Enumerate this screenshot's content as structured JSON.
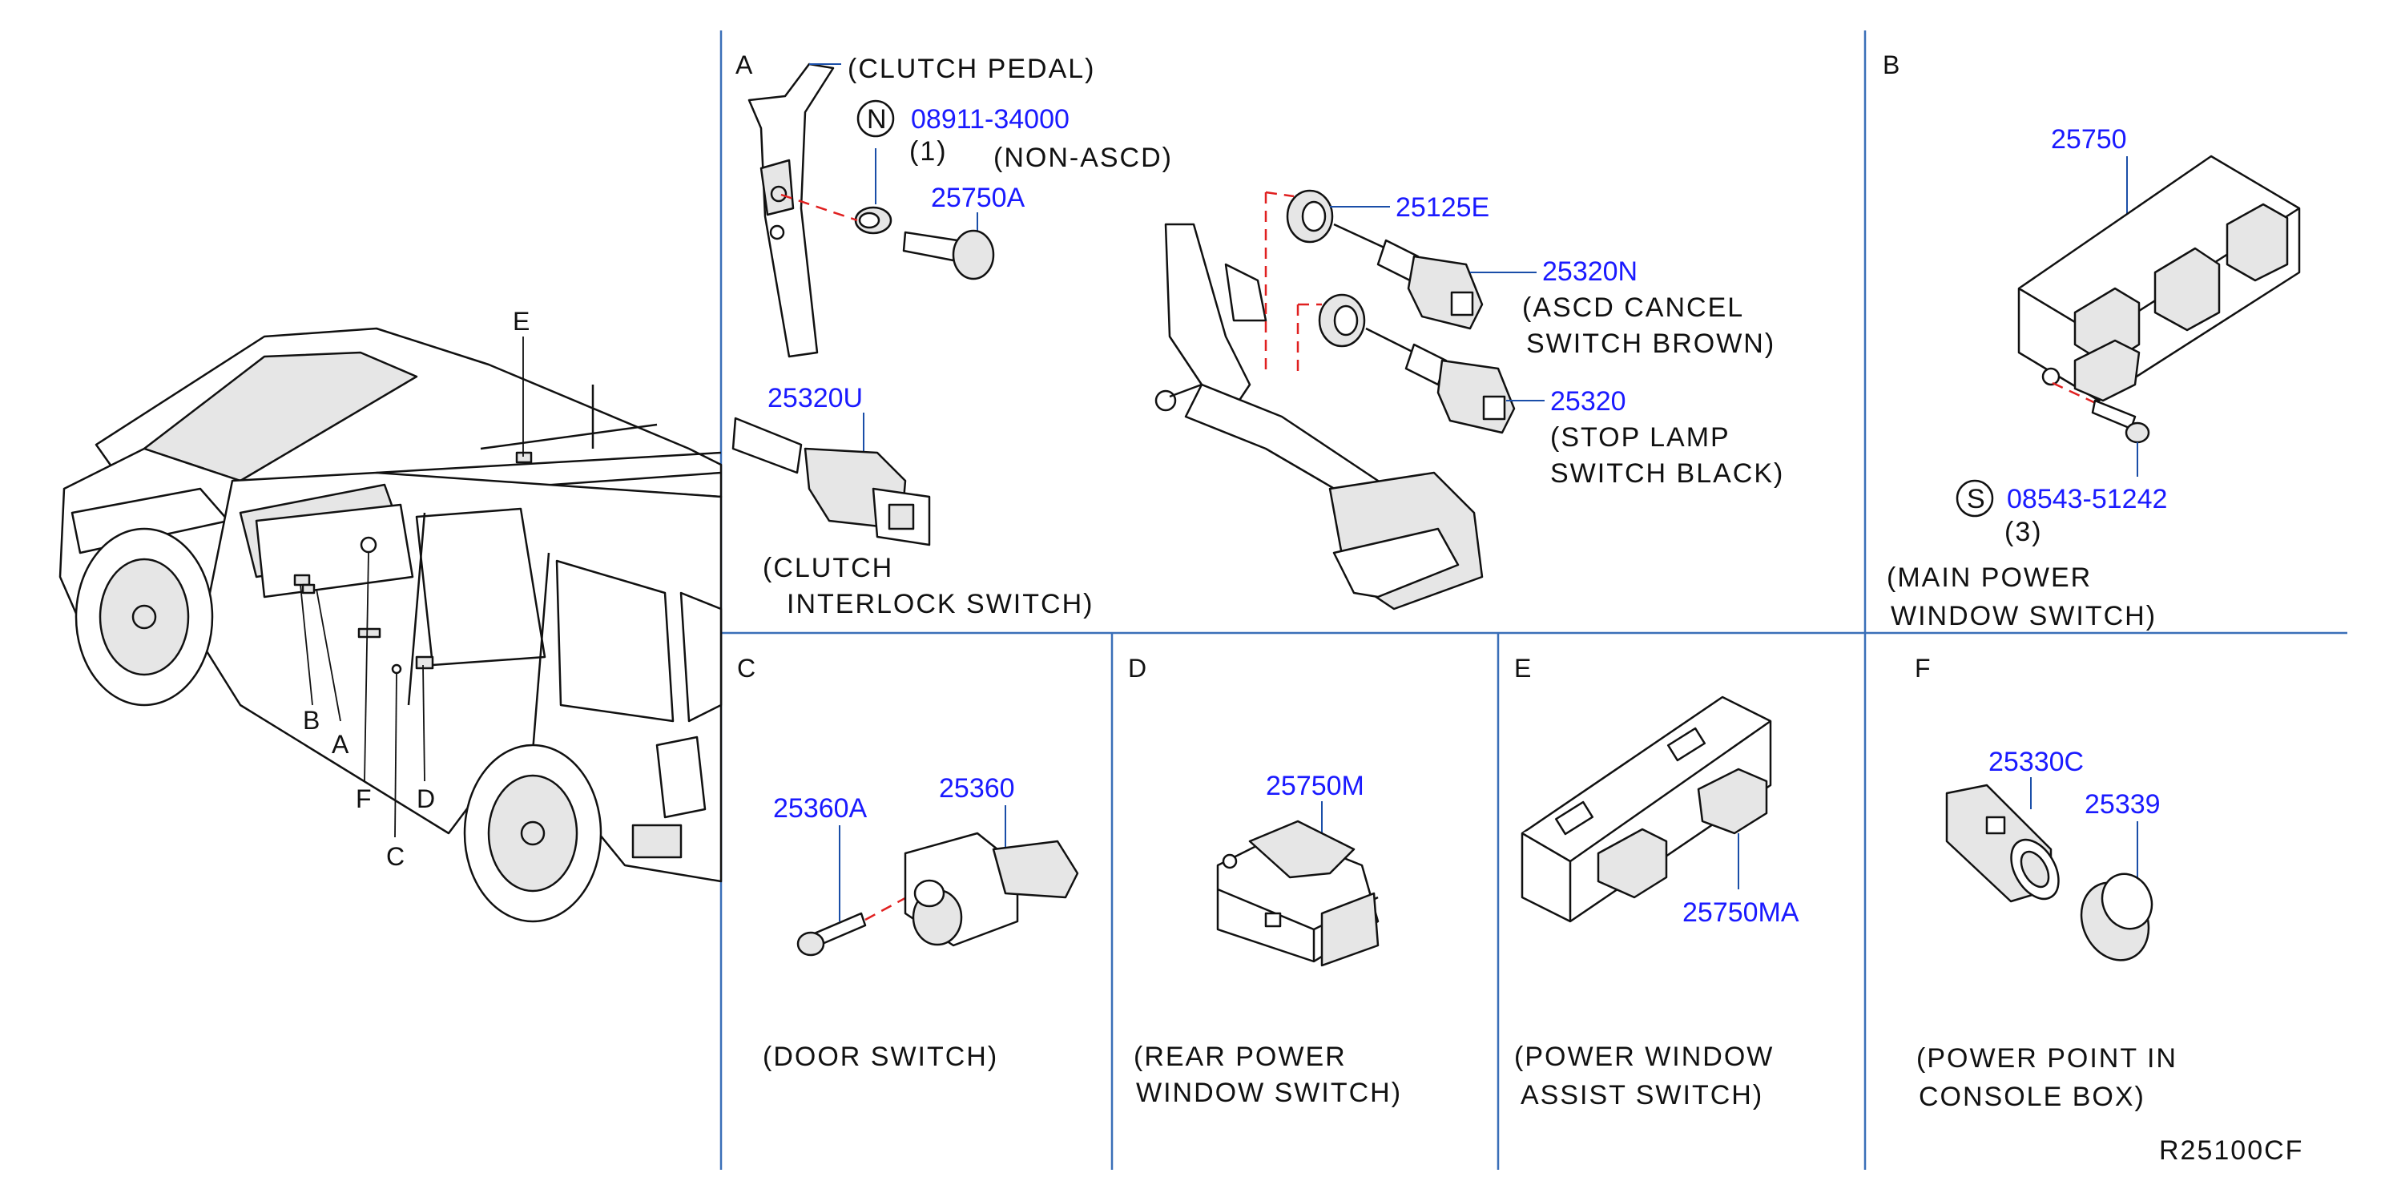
{
  "diagram_code": "R25100CF",
  "colors": {
    "part_number": "#1a1aff",
    "text": "#111111",
    "grid": "#3a6fb8",
    "guide_dash": "#e02020"
  },
  "vehicle": {
    "location_labels": [
      "E",
      "B",
      "A",
      "F",
      "D",
      "C"
    ]
  },
  "sections": {
    "A": {
      "letter": "A",
      "clutch_pedal": "(CLUTCH  PEDAL)",
      "nut_symbol": "N",
      "nut_part": "08911-34000",
      "nut_qty": "(1)",
      "non_ascd": "(NON-ASCD)",
      "stopper_part": "25750A",
      "clutch_switch_part": "25320U",
      "clutch_switch_line1": "(CLUTCH",
      "clutch_switch_line2": "INTERLOCK  SWITCH)",
      "clip_part": "25125E",
      "ascd_part": "25320N",
      "ascd_line1": "(ASCD  CANCEL",
      "ascd_line2": "SWITCH  BROWN)",
      "stop_part": "25320",
      "stop_line1": "(STOP  LAMP",
      "stop_line2": "SWITCH  BLACK)"
    },
    "B": {
      "letter": "B",
      "switch_part": "25750",
      "screw_symbol": "S",
      "screw_part": "08543-51242",
      "screw_qty": "(3)",
      "caption_line1": "(MAIN  POWER",
      "caption_line2": "WINDOW  SWITCH)"
    },
    "C": {
      "letter": "C",
      "bolt_part": "25360A",
      "switch_part": "25360",
      "caption": "(DOOR  SWITCH)"
    },
    "D": {
      "letter": "D",
      "switch_part": "25750M",
      "caption_line1": "(REAR  POWER",
      "caption_line2": "WINDOW  SWITCH)"
    },
    "E": {
      "letter": "E",
      "switch_part": "25750MA",
      "caption_line1": "(POWER  WINDOW",
      "caption_line2": "ASSIST  SWITCH)"
    },
    "F": {
      "letter": "F",
      "socket_part": "25330C",
      "cap_part": "25339",
      "caption_line1": "(POWER  POINT  IN",
      "caption_line2": "CONSOLE  BOX)"
    }
  }
}
